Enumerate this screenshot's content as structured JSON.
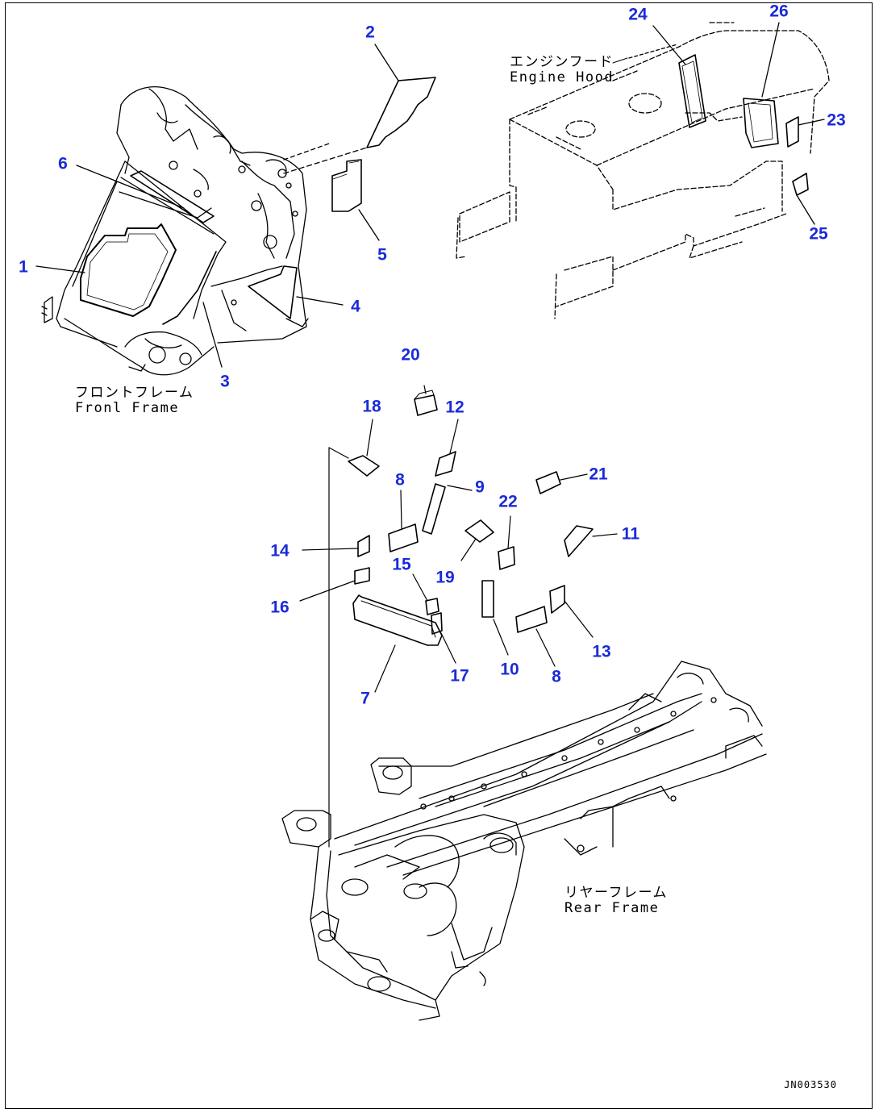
{
  "diagram": {
    "captions": {
      "front_frame": {
        "jp": "フロントフレーム",
        "en": "Fronl Frame"
      },
      "engine_hood": {
        "jp": "エンジンフード",
        "en": "Engine Hood"
      },
      "rear_frame": {
        "jp": "リヤーフレーム",
        "en": "Rear Frame"
      }
    },
    "callouts": {
      "c1": "1",
      "c2": "2",
      "c3": "3",
      "c4": "4",
      "c5": "5",
      "c6": "6",
      "c7": "7",
      "c8a": "8",
      "c8b": "8",
      "c9": "9",
      "c10": "10",
      "c11": "11",
      "c12": "12",
      "c13": "13",
      "c14": "14",
      "c15": "15",
      "c16": "16",
      "c17": "17",
      "c18": "18",
      "c19": "19",
      "c20": "20",
      "c21": "21",
      "c22": "22",
      "c23": "23",
      "c24": "24",
      "c25": "25",
      "c26": "26"
    },
    "drawing_ref": "JN003530",
    "colors": {
      "callout": "#1a2bd8",
      "line": "#000000",
      "background": "#ffffff"
    }
  }
}
